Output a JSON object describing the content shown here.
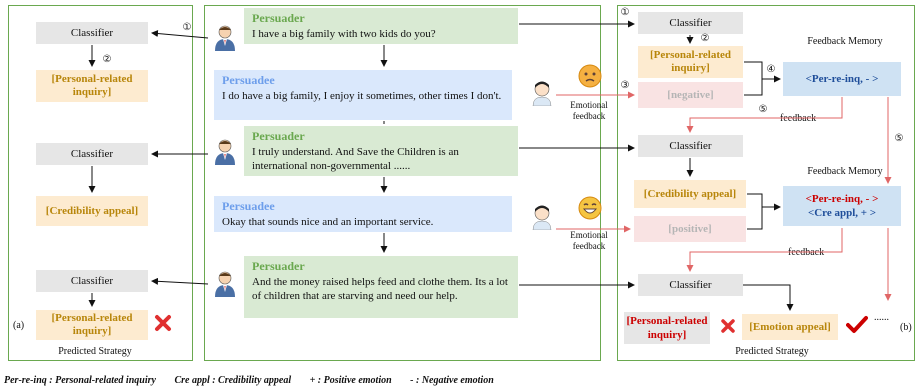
{
  "panel_a": {
    "classifier_1": "Classifier",
    "strategy_1": "[Personal-related inquiry]",
    "classifier_2": "Classifier",
    "strategy_2": "[Credibility appeal]",
    "classifier_3": "Classifier",
    "strategy_3": "[Personal-related inquiry]",
    "panel_label": "(a)",
    "caption": "Predicted Strategy",
    "step_1": "①",
    "step_2": "②"
  },
  "dialogue": [
    {
      "speaker": "Persuader",
      "text": "I have a big family with two kids do you?"
    },
    {
      "speaker": "Persuadee",
      "text": "I do have a big family, I enjoy it sometimes, other times I don't."
    },
    {
      "speaker": "Persuader",
      "text": "I truly understand. And Save the Children is an international non-governmental ......"
    },
    {
      "speaker": "Persuadee",
      "text": "Okay that sounds nice and an important service."
    },
    {
      "speaker": "Persuader",
      "text": "And the money raised helps feed and clothe them. Its a lot of children that are starving and need our help."
    }
  ],
  "emotional_feedback_1": "Emotional feedback",
  "emotional_feedback_2": "Emotional feedback",
  "panel_b": {
    "classifier_1": "Classifier",
    "strategy_1": "[Personal-related inquiry]",
    "emotion_1": "[negative]",
    "memory_title_1": "Feedback Memory",
    "memory_1": "<Per-re-inq,  - >",
    "feedback_1": "feedback",
    "classifier_2": "Classifier",
    "strategy_2": "[Credibility appeal]",
    "emotion_2": "[positive]",
    "memory_title_2": "Feedback Memory",
    "memory_2_line1": "<Per-re-inq,  - >",
    "memory_2_line2": "<Cre appl,   + >",
    "feedback_2": "feedback",
    "classifier_3": "Classifier",
    "rejected": "[Personal-related inquiry]",
    "chosen": "[Emotion appeal]",
    "ellipsis": "......",
    "panel_label": "(b)",
    "caption": "Predicted Strategy",
    "step_1": "①",
    "step_2": "②",
    "step_3": "③",
    "step_4": "④",
    "step_5a": "⑤",
    "step_5b": "⑤"
  },
  "legend": [
    "Per-re-inq :   Personal-related inquiry",
    "Cre appl :  Credibility appeal",
    "+ :  Positive emotion",
    "- :   Negative emotion"
  ],
  "colors": {
    "panel_border": "#6aa84f",
    "persuader_bubble": "#d9ead3",
    "persuadee_bubble": "#dae8fc",
    "strategy_bg": "#fdebd0",
    "strategy_text": "#b8860b",
    "memory_bg": "#cfe2f3",
    "feedback_arrow": "#e06666",
    "cross": "#e03030",
    "check": "#cc0000"
  }
}
